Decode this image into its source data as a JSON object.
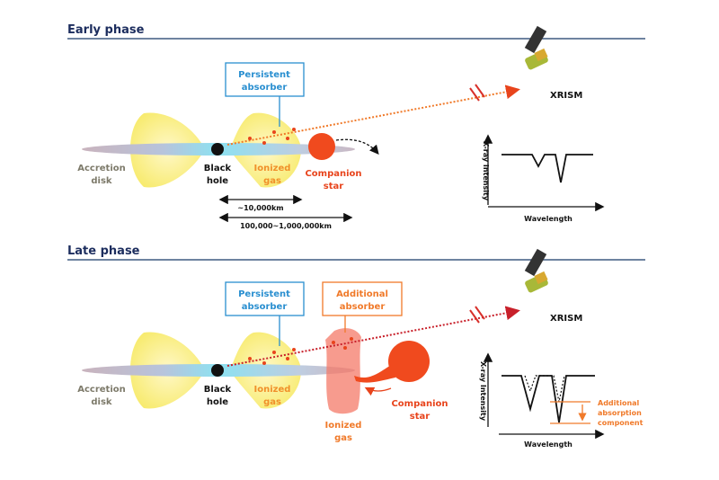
{
  "colors": {
    "title": "#1c2d5e",
    "blue": "#2a8fd0",
    "orange": "#f07a2a",
    "red": "#e8441c",
    "gray": "#7d7a6a"
  },
  "early": {
    "title": "Early phase",
    "persistent_absorber": [
      "Persistent",
      "absorber"
    ],
    "accretion_disk": [
      "Accretion",
      "disk"
    ],
    "black_hole": [
      "Black",
      "hole"
    ],
    "ionized_gas": [
      "Ionized",
      "gas"
    ],
    "companion_star": [
      "Companion",
      "star"
    ],
    "distance_short": "~10,000km",
    "distance_long": "100,000~1,000,000km",
    "satellite": "XRISM",
    "y_axis": "X-ray Intensity",
    "x_axis": "Wavelength"
  },
  "late": {
    "title": "Late phase",
    "persistent_absorber": [
      "Persistent",
      "absorber"
    ],
    "additional_absorber": [
      "Additional",
      "absorber"
    ],
    "accretion_disk": [
      "Accretion",
      "disk"
    ],
    "black_hole": [
      "Black",
      "hole"
    ],
    "ionized_gas": [
      "Ionized",
      "gas"
    ],
    "ionized_gas_2": [
      "Ionized",
      "gas"
    ],
    "companion_star": [
      "Companion",
      "star"
    ],
    "satellite": "XRISM",
    "y_axis": "X-ray Intensity",
    "x_axis": "Wavelength",
    "annotation": [
      "Additional",
      "absorption",
      "component"
    ]
  }
}
